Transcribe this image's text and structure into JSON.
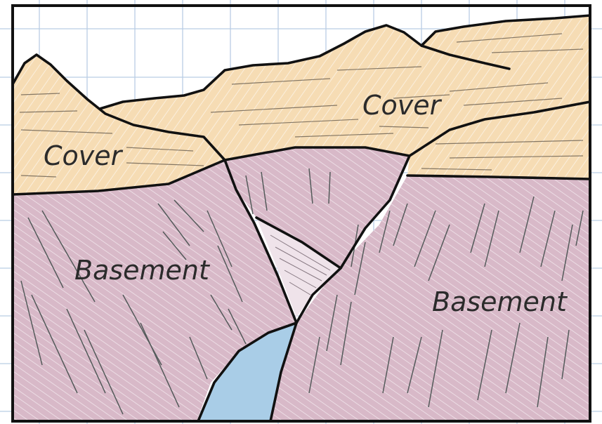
{
  "labels": {
    "cover_left": "Cover",
    "cover_right": "Cover",
    "basement_left": "Basement",
    "basement_right": "Basement"
  },
  "colors": {
    "grid": "#b9cde4",
    "cover_fill": "#f6dcb4",
    "basement_fill": "#d8b9c8",
    "water_fill": "#a9cde7",
    "outline": "#111111",
    "hatch": "#ffffff",
    "streak": "#3d4a47"
  }
}
